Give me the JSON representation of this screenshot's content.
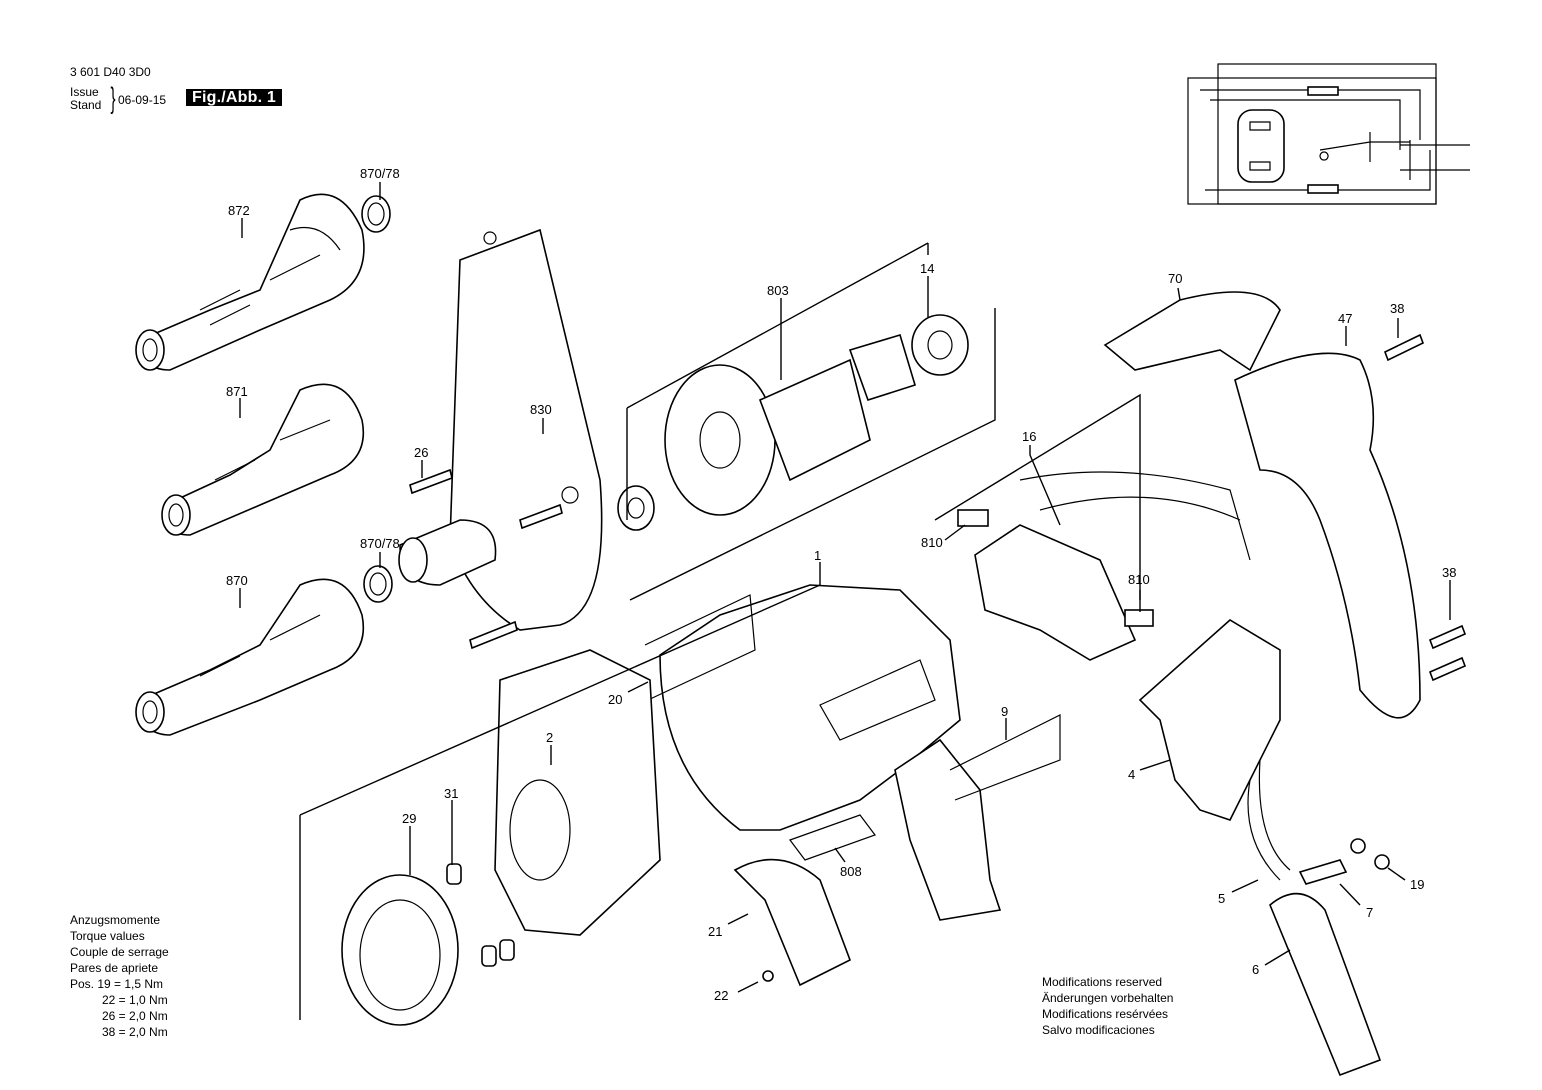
{
  "header": {
    "drawing_number": "3 601 D40 3D0",
    "issue_label_en": "Issue",
    "issue_label_de": "Stand",
    "issue_date": "06-09-15",
    "figure_label": "Fig./Abb. 1"
  },
  "torque_table": {
    "titles": [
      "Anzugsmomente",
      "Torque values",
      "Couple de serrage",
      "Pares de apriete"
    ],
    "rows": [
      "Pos. 19 = 1,5 Nm",
      "22 = 1,0 Nm",
      "26 = 2,0 Nm",
      "38 = 2,0 Nm"
    ]
  },
  "modifications_note": [
    "Modifications reserved",
    "Änderungen vorbehalten",
    "Modifications resérvées",
    "Salvo modificaciones"
  ],
  "part_labels": {
    "p872": "872",
    "p870_78_top": "870/78",
    "p871": "871",
    "p870": "870",
    "p870_78_mid": "870/78",
    "p26": "26",
    "p830": "830",
    "p803": "803",
    "p14": "14",
    "p70": "70",
    "p47": "47",
    "p38_top": "38",
    "p38_right": "38",
    "p16": "16",
    "p810_left": "810",
    "p810_right": "810",
    "p1": "1",
    "p20": "20",
    "p9": "9",
    "p2": "2",
    "p31": "31",
    "p29": "29",
    "p808": "808",
    "p21": "21",
    "p22": "22",
    "p4": "4",
    "p5": "5",
    "p6": "6",
    "p7": "7",
    "p19": "19"
  }
}
